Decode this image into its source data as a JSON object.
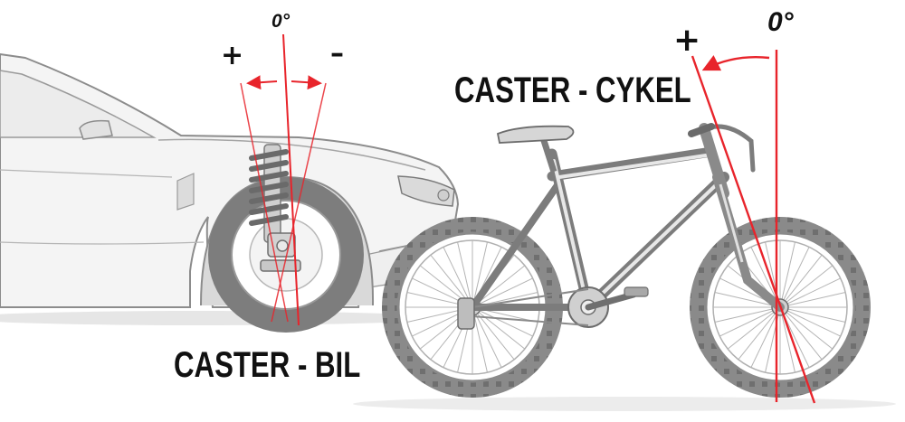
{
  "labels": {
    "car_title": "CASTER - BIL",
    "bike_title": "CASTER - CYKEL",
    "car_zero": "0°",
    "car_plus": "+",
    "car_minus": "–",
    "bike_zero": "0°",
    "bike_plus": "+"
  },
  "colors": {
    "reference_line": "#e8242b",
    "arrow": "#e8242b",
    "line_art": "#6e6e6e",
    "tire": "#7d7d7d",
    "body_fill": "#f4f4f4",
    "text": "#111111"
  },
  "icons": {
    "car": "car-front-icon",
    "bicycle": "bicycle-icon",
    "shock_absorber": "coil-spring-icon"
  }
}
